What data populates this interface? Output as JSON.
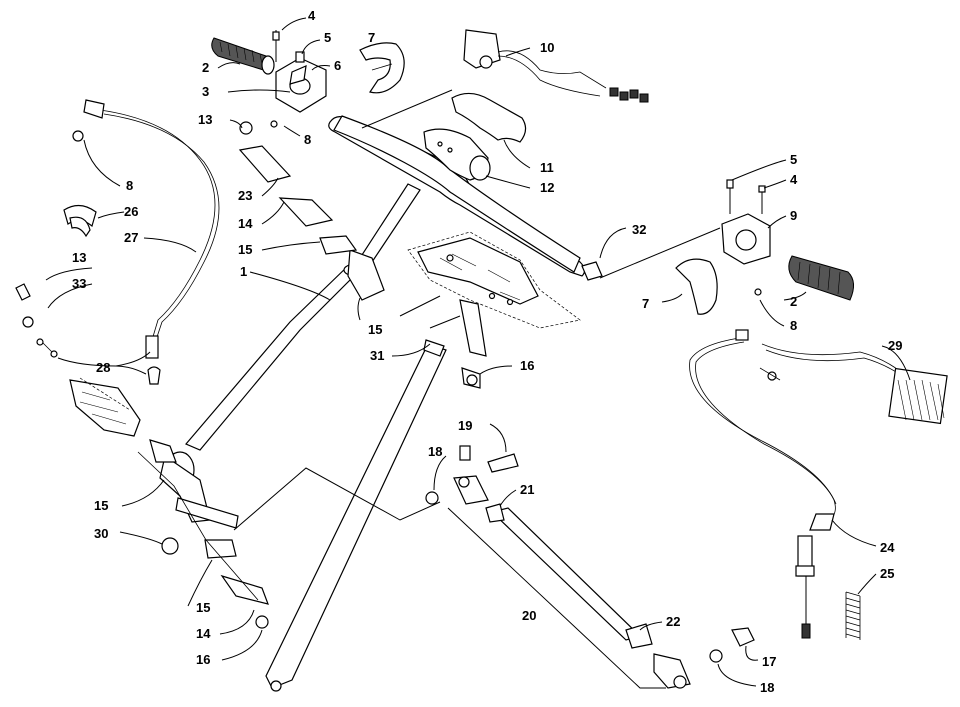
{
  "diagram": {
    "labels": [
      {
        "id": "l2a",
        "text": "2"
      },
      {
        "id": "l3",
        "text": "3"
      },
      {
        "id": "l4a",
        "text": "4"
      },
      {
        "id": "l5a",
        "text": "5"
      },
      {
        "id": "l6",
        "text": "6"
      },
      {
        "id": "l7a",
        "text": "7"
      },
      {
        "id": "l8a",
        "text": "8"
      },
      {
        "id": "l10",
        "text": "10"
      },
      {
        "id": "l11",
        "text": "11"
      },
      {
        "id": "l12",
        "text": "12"
      },
      {
        "id": "l13a",
        "text": "13"
      },
      {
        "id": "l8b",
        "text": "8"
      },
      {
        "id": "l23",
        "text": "23"
      },
      {
        "id": "l14a",
        "text": "14"
      },
      {
        "id": "l15a",
        "text": "15"
      },
      {
        "id": "l26",
        "text": "26"
      },
      {
        "id": "l27",
        "text": "27"
      },
      {
        "id": "l1",
        "text": "1"
      },
      {
        "id": "l13b",
        "text": "13"
      },
      {
        "id": "l33",
        "text": "33"
      },
      {
        "id": "l28",
        "text": "28"
      },
      {
        "id": "l15b",
        "text": "15"
      },
      {
        "id": "l31",
        "text": "31"
      },
      {
        "id": "l16a",
        "text": "16"
      },
      {
        "id": "l32",
        "text": "32"
      },
      {
        "id": "l5b",
        "text": "5"
      },
      {
        "id": "l4b",
        "text": "4"
      },
      {
        "id": "l9",
        "text": "9"
      },
      {
        "id": "l7b",
        "text": "7"
      },
      {
        "id": "l2b",
        "text": "2"
      },
      {
        "id": "l8c",
        "text": "8"
      },
      {
        "id": "l29",
        "text": "29"
      },
      {
        "id": "l15c",
        "text": "15"
      },
      {
        "id": "l30",
        "text": "30"
      },
      {
        "id": "l15d",
        "text": "15"
      },
      {
        "id": "l14b",
        "text": "14"
      },
      {
        "id": "l16b",
        "text": "16"
      },
      {
        "id": "l19",
        "text": "19"
      },
      {
        "id": "l18a",
        "text": "18"
      },
      {
        "id": "l21",
        "text": "21"
      },
      {
        "id": "l20",
        "text": "20"
      },
      {
        "id": "l22",
        "text": "22"
      },
      {
        "id": "l17",
        "text": "17"
      },
      {
        "id": "l18b",
        "text": "18"
      },
      {
        "id": "l24",
        "text": "24"
      },
      {
        "id": "l25",
        "text": "25"
      }
    ]
  }
}
